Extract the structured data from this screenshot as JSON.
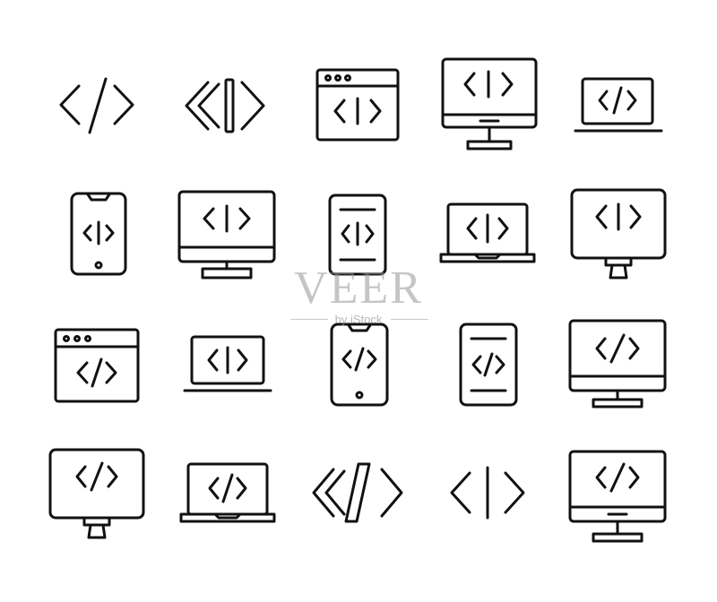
{
  "colors": {
    "background": "#ffffff",
    "stroke": "#111111",
    "watermark": "#969696"
  },
  "icons": [
    {
      "row": 1,
      "col": 1,
      "name": "code-tag-icon"
    },
    {
      "row": 1,
      "col": 2,
      "name": "double-chevron-code-icon"
    },
    {
      "row": 1,
      "col": 3,
      "name": "browser-window-code-icon"
    },
    {
      "row": 1,
      "col": 4,
      "name": "desktop-monitor-code-icon"
    },
    {
      "row": 1,
      "col": 5,
      "name": "laptop-code-icon"
    },
    {
      "row": 2,
      "col": 1,
      "name": "smartphone-code-icon"
    },
    {
      "row": 2,
      "col": 2,
      "name": "desktop-monitor-code-icon"
    },
    {
      "row": 2,
      "col": 3,
      "name": "tablet-code-icon"
    },
    {
      "row": 2,
      "col": 4,
      "name": "laptop-code-icon"
    },
    {
      "row": 2,
      "col": 5,
      "name": "imac-code-icon"
    },
    {
      "row": 3,
      "col": 1,
      "name": "browser-window-code-icon"
    },
    {
      "row": 3,
      "col": 2,
      "name": "laptop-code-icon"
    },
    {
      "row": 3,
      "col": 3,
      "name": "smartphone-code-icon"
    },
    {
      "row": 3,
      "col": 4,
      "name": "tablet-code-icon"
    },
    {
      "row": 3,
      "col": 5,
      "name": "desktop-monitor-code-icon"
    },
    {
      "row": 4,
      "col": 1,
      "name": "imac-code-icon"
    },
    {
      "row": 4,
      "col": 2,
      "name": "laptop-code-icon"
    },
    {
      "row": 4,
      "col": 3,
      "name": "double-chevron-code-icon"
    },
    {
      "row": 4,
      "col": 4,
      "name": "code-tag-icon"
    },
    {
      "row": 4,
      "col": 5,
      "name": "desktop-monitor-code-icon"
    }
  ],
  "watermark": {
    "logo": "VEER",
    "subtitle": "by iStock"
  }
}
